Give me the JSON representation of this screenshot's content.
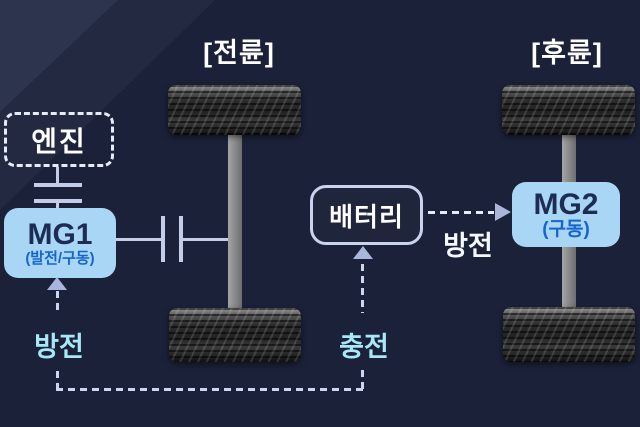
{
  "diagram": {
    "title_front": "[전륜]",
    "title_rear": "[후륜]",
    "engine": {
      "label": "엔진"
    },
    "mg1": {
      "title": "MG1",
      "subtitle": "(발전/구동)"
    },
    "mg2": {
      "title": "MG2",
      "subtitle": "(구동)"
    },
    "battery": {
      "label": "배터리"
    },
    "flows": {
      "mg1_discharge": "방전",
      "battery_discharge": "방전",
      "battery_charge": "충전"
    }
  },
  "colors": {
    "background": "#1b2138",
    "background_highlight": "#272d4d",
    "motor_box": "#a9d6f4",
    "motor_title_text": "#1d2c52",
    "motor_sub_text": "#1565cf",
    "white_text": "#ffffff",
    "cyan_text": "#a8e7f7",
    "line": "#c3cde8",
    "dashed_line": "#cdd6f0",
    "arrowhead": "#a9b6da",
    "shaft_gray": "#8c8c8c",
    "tire_dark": "#222222"
  }
}
